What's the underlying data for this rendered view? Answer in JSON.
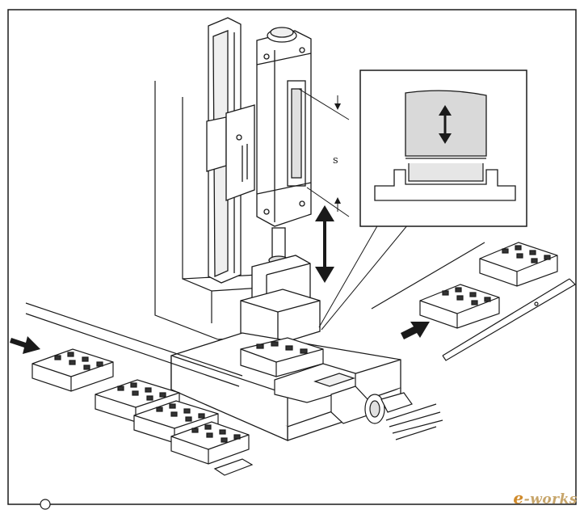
{
  "diagram": {
    "stroke_label": "s",
    "watermark_prefix": "e",
    "watermark_suffix": "-works"
  },
  "colors": {
    "line": "#1a1a1a",
    "fill_light": "#ffffff",
    "fill_grey": "#d9d9d9",
    "watermark": "#c7a56a"
  },
  "icons": {
    "feed_arrow_left": "arrow-right-icon",
    "feed_arrow_right": "arrow-right-icon",
    "vertical_motion": "double-arrow-vertical-icon"
  }
}
